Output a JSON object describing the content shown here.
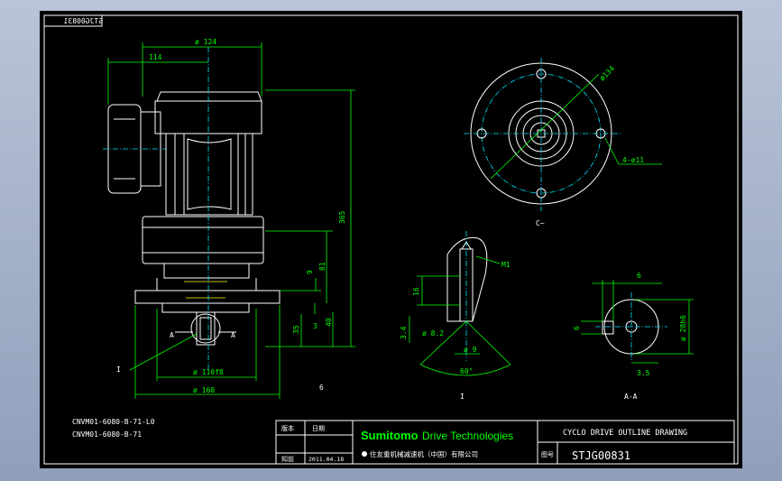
{
  "title_block": {
    "corner_code_mirrored": "STJG00831",
    "model_line_1": "CNVM01-6080-B-71-L0",
    "model_line_2": "CNVM01-6080-B-71",
    "rev_label": "版本",
    "date_label": "日期",
    "hub_label": "知前",
    "date_value": "2011.04.18",
    "brand_name": "Sumitomo",
    "brand_tagline": "Drive Technologies",
    "company_cn": "住友重机械减速机（中国）有限公司",
    "drawing_title": "CYCLO DRIVE OUTLINE DRAWING",
    "drawing_no_label": "图号",
    "drawing_no": "STJG00831"
  },
  "dimensions": {
    "d_124": "ø 124",
    "d_114": "114",
    "d_365": "365",
    "d_81": "81",
    "d_9": "9",
    "d_35": "35",
    "d_3": "3",
    "d_40": "40",
    "d_110": "ø 110f8",
    "d_160": "ø 160",
    "d_6_small": "6",
    "d_134": "ø134",
    "hole_spec": "4-ø11",
    "view_c": "C~",
    "m_thread": "M1",
    "d_16": "16",
    "d_34": "3.4",
    "d_82": "ø 8.2",
    "d_9b": "ø 9",
    "angle_60": "60°",
    "detail_i": "I",
    "view_aa": "A-A",
    "d_6_a": "6",
    "d_6_b": "6",
    "d_28": "ø 28h6",
    "d_35b": "3.5",
    "section_a1": "A",
    "section_a2": "A",
    "leader_i": "I"
  },
  "colors": {
    "outline": "#ffffff",
    "dimension": "#00ff00",
    "centerline": "#00e5ff",
    "hidden": "#ffff00",
    "brand": "#00ff00"
  }
}
